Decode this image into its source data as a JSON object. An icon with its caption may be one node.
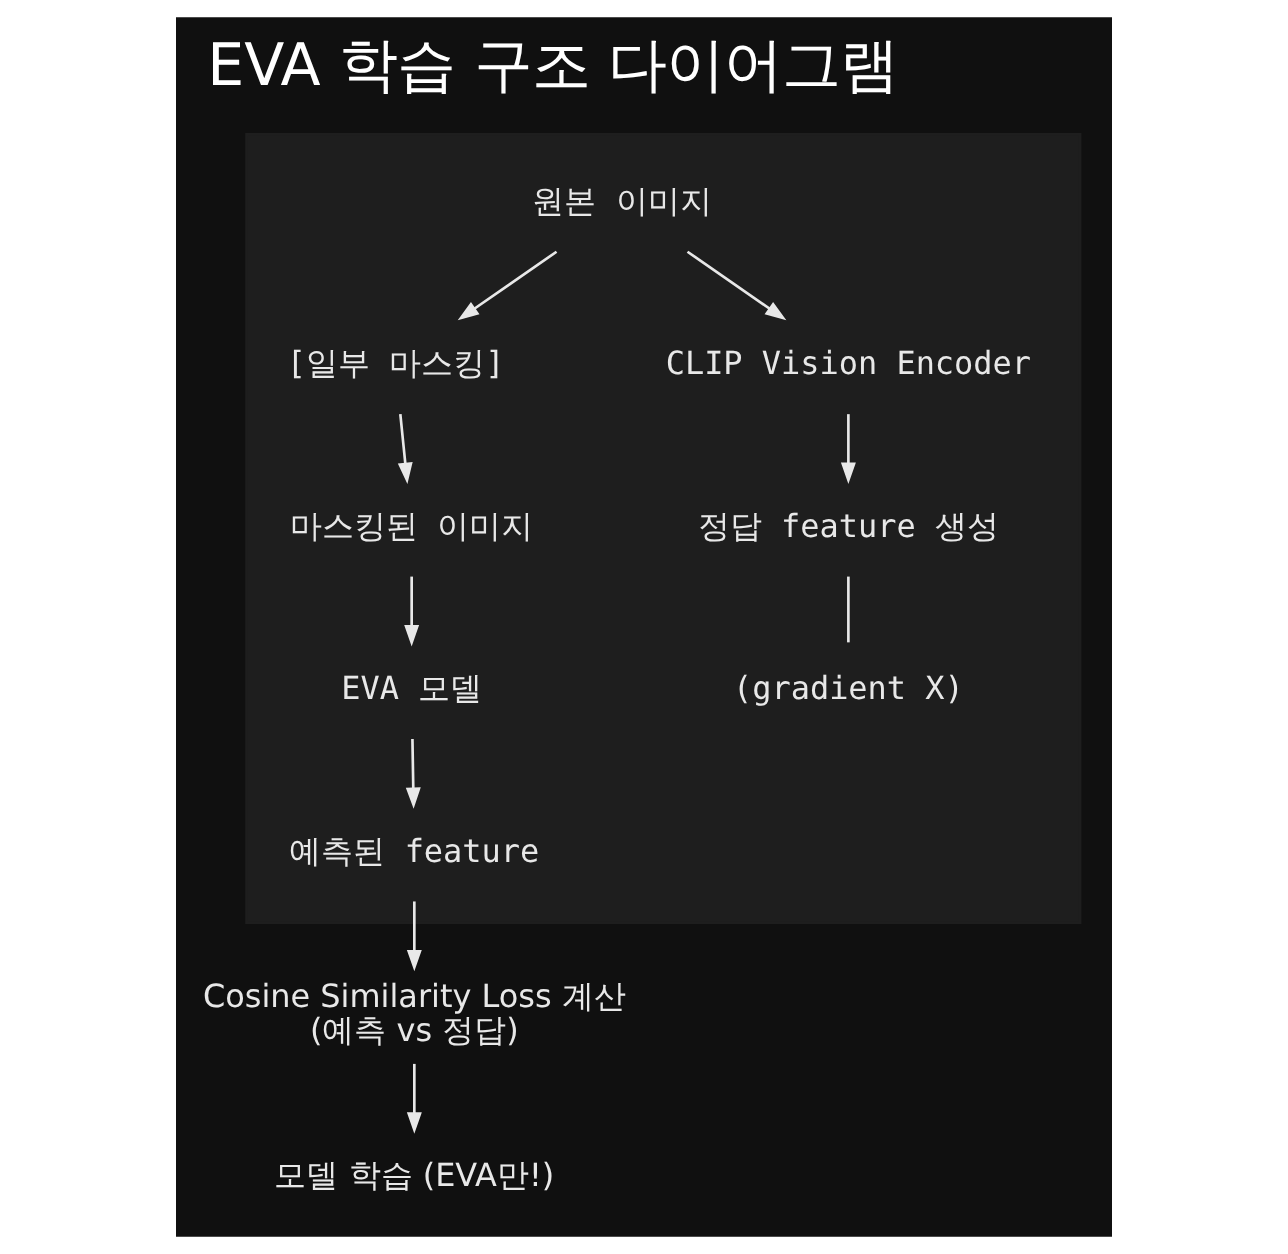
{
  "diagram": {
    "title": "EVA 학습 구조 다이어그램",
    "nodes": [
      {
        "text": [],
        "shape": "box"
      },
      {
        "text": [
          "원본 이미지"
        ],
        "in": 0
      },
      {
        "text": [
          "[일부 마스킹]"
        ],
        "in": 0
      },
      {
        "text": [
          "마스킹된 이미지"
        ],
        "in": 0
      },
      {
        "text": [
          "EVA 모델"
        ],
        "in": 0
      },
      {
        "text": [
          "예측된 feature"
        ],
        "in": 0
      },
      {
        "text": [
          "CLIP Vision Encoder"
        ],
        "in": 0
      },
      {
        "text": [
          "정답 feature 생성"
        ],
        "in": 0
      },
      {
        "text": [
          "(gradient X)"
        ],
        "in": 0
      },
      {
        "text": [
          "Cosine Similarity Loss 계산",
          "(예측 vs 정답)"
        ]
      },
      {
        "text": [
          "모델 학습 (EVA만!)"
        ]
      }
    ],
    "edges": [
      {
        "from": 1,
        "to": 2,
        "arrow": "to"
      },
      {
        "from": 1,
        "to": 6,
        "arrow": "to"
      },
      {
        "from": 2,
        "to": 3,
        "arrow": "to"
      },
      {
        "from": 3,
        "to": 4,
        "arrow": "to"
      },
      {
        "from": 4,
        "to": 5,
        "arrow": "to"
      },
      {
        "from": 6,
        "to": 7,
        "arrow": "to"
      },
      {
        "from": 7,
        "to": 8,
        "arrow": "none"
      },
      {
        "from": 5,
        "to": 9,
        "arrow": "to"
      },
      {
        "from": 9,
        "to": 10,
        "arrow": "to"
      }
    ]
  }
}
